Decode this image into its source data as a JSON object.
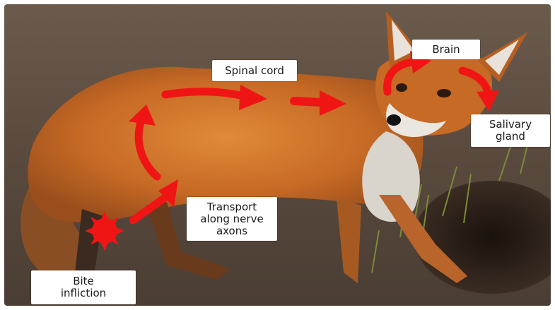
{
  "labels": {
    "spinal_cord": "Spinal cord",
    "brain": "Brain",
    "salivary_gland": "Salivary\ngland",
    "transport": "Transport\nalong nerve\naxons",
    "bite": "Bite\ninfliction"
  },
  "colors": {
    "arrow": "#f01515",
    "label_bg": "#ffffff",
    "fur": "#c96a24",
    "ground": "#5a4a3c"
  },
  "icons": {
    "bite_marker": "starburst-icon",
    "flow": "arrow-icon"
  }
}
